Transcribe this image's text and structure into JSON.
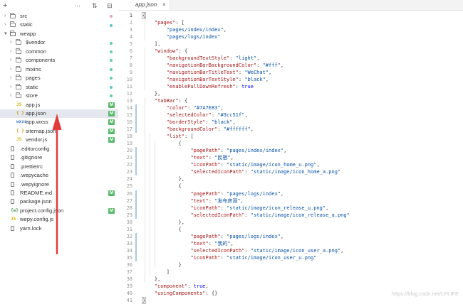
{
  "explorer": {
    "toolbar": {
      "new_label": "+",
      "more_label": "⋯",
      "sort_label": "⇅",
      "collapse_label": "⊟"
    },
    "items": [
      {
        "label": "src",
        "kind": "folder",
        "depth": 0,
        "open": false,
        "status": "dot",
        "status_color": "#e8a0c0"
      },
      {
        "label": "static",
        "kind": "folder",
        "depth": 0,
        "open": false,
        "status": "dot",
        "status_color": "#5cc7c9"
      },
      {
        "label": "weapp",
        "kind": "folder",
        "depth": 0,
        "open": true,
        "status": "none"
      },
      {
        "label": "$vendor",
        "kind": "folder",
        "depth": 1,
        "open": false,
        "status": "dot",
        "status_color": "#5ed0a0"
      },
      {
        "label": "common",
        "kind": "folder",
        "depth": 1,
        "open": false,
        "status": "dot",
        "status_color": "#5ed0a0"
      },
      {
        "label": "components",
        "kind": "folder",
        "depth": 1,
        "open": false,
        "status": "dot",
        "status_color": "#5ed0a0"
      },
      {
        "label": "mixins",
        "kind": "folder",
        "depth": 1,
        "open": false,
        "status": "dot",
        "status_color": "#5ed0a0"
      },
      {
        "label": "pages",
        "kind": "folder",
        "depth": 1,
        "open": false,
        "status": "dot",
        "status_color": "#5ed0a0"
      },
      {
        "label": "static",
        "kind": "folder",
        "depth": 1,
        "open": false,
        "status": "dot",
        "status_color": "#5cc7c9"
      },
      {
        "label": "store",
        "kind": "folder",
        "depth": 1,
        "open": false,
        "status": "dot",
        "status_color": "#5ed0a0"
      },
      {
        "label": "app.js",
        "kind": "js",
        "depth": 1,
        "status": "M"
      },
      {
        "label": "app.json",
        "kind": "json",
        "depth": 1,
        "status": "M",
        "active": true
      },
      {
        "label": "app.wxss",
        "kind": "wxss",
        "depth": 1,
        "status": "M"
      },
      {
        "label": "sitemap.json",
        "kind": "json",
        "depth": 1,
        "status": "M"
      },
      {
        "label": "vendor.js",
        "kind": "js",
        "depth": 1,
        "status": "M"
      },
      {
        "label": ".editorconfig",
        "kind": "file",
        "depth": 0,
        "status": "none"
      },
      {
        "label": ".gitignore",
        "kind": "file",
        "depth": 0,
        "status": "none"
      },
      {
        "label": ".prettierrc",
        "kind": "file",
        "depth": 0,
        "status": "none"
      },
      {
        "label": ".wepycache",
        "kind": "file",
        "depth": 0,
        "status": "none"
      },
      {
        "label": ".wepyignore",
        "kind": "file",
        "depth": 0,
        "status": "none"
      },
      {
        "label": "README.md",
        "kind": "file",
        "depth": 0,
        "status": "M"
      },
      {
        "label": "package.json",
        "kind": "file",
        "depth": 0,
        "status": "none"
      },
      {
        "label": "project.config.json",
        "kind": "projcfg",
        "depth": 0,
        "status": "M"
      },
      {
        "label": "wepy.config.js",
        "kind": "js",
        "depth": 0,
        "status": "none"
      },
      {
        "label": "yarn.lock",
        "kind": "file",
        "depth": 0,
        "status": "none"
      }
    ],
    "badge_label": "M",
    "badge_color": "#58b96a"
  },
  "editor": {
    "tab": {
      "label": "app.json",
      "close": "×"
    },
    "current_line": 1,
    "lines": [
      [
        [
          "p",
          "{"
        ]
      ],
      [
        [
          "p",
          "    "
        ],
        [
          "k",
          "\"pages\""
        ],
        [
          "p",
          ": ["
        ]
      ],
      [
        [
          "p",
          "        "
        ],
        [
          "s",
          "\"pages/index/index\""
        ],
        [
          "p",
          ","
        ]
      ],
      [
        [
          "p",
          "        "
        ],
        [
          "s",
          "\"pages/logs/index\""
        ]
      ],
      [
        [
          "p",
          "    ],"
        ]
      ],
      [
        [
          "p",
          "    "
        ],
        [
          "k",
          "\"window\""
        ],
        [
          "p",
          ": {"
        ]
      ],
      [
        [
          "p",
          "        "
        ],
        [
          "k",
          "\"backgroundTextStyle\""
        ],
        [
          "p",
          ": "
        ],
        [
          "s",
          "\"light\""
        ],
        [
          "p",
          ","
        ]
      ],
      [
        [
          "p",
          "        "
        ],
        [
          "k",
          "\"navigationBarBackgroundColor\""
        ],
        [
          "p",
          ": "
        ],
        [
          "s",
          "\"#fff\""
        ],
        [
          "p",
          ","
        ]
      ],
      [
        [
          "p",
          "        "
        ],
        [
          "k",
          "\"navigationBarTitleText\""
        ],
        [
          "p",
          ": "
        ],
        [
          "s",
          "\"WeChat\""
        ],
        [
          "p",
          ","
        ]
      ],
      [
        [
          "p",
          "        "
        ],
        [
          "k",
          "\"navigationBarTextStyle\""
        ],
        [
          "p",
          ": "
        ],
        [
          "s",
          "\"black\""
        ],
        [
          "p",
          ","
        ]
      ],
      [
        [
          "p",
          "        "
        ],
        [
          "k",
          "\"enablePullDownRefresh\""
        ],
        [
          "p",
          ": "
        ],
        [
          "b",
          "true"
        ]
      ],
      [
        [
          "p",
          "    },"
        ]
      ],
      [
        [
          "p",
          "    "
        ],
        [
          "k",
          "\"tabBar\""
        ],
        [
          "p",
          ": {"
        ]
      ],
      [
        [
          "p",
          "        "
        ],
        [
          "k",
          "\"color\""
        ],
        [
          "p",
          ": "
        ],
        [
          "s",
          "\"#7A7E83\""
        ],
        [
          "p",
          ","
        ]
      ],
      [
        [
          "p",
          "        "
        ],
        [
          "k",
          "\"selectedColor\""
        ],
        [
          "p",
          ": "
        ],
        [
          "s",
          "\"#3cc51f\""
        ],
        [
          "p",
          ","
        ]
      ],
      [
        [
          "p",
          "        "
        ],
        [
          "k",
          "\"borderStyle\""
        ],
        [
          "p",
          ": "
        ],
        [
          "s",
          "\"black\""
        ],
        [
          "p",
          ","
        ]
      ],
      [
        [
          "p",
          "        "
        ],
        [
          "k",
          "\"backgroundColor\""
        ],
        [
          "p",
          ": "
        ],
        [
          "s",
          "\"#ffffff\""
        ],
        [
          "p",
          ","
        ]
      ],
      [
        [
          "p",
          "        "
        ],
        [
          "k",
          "\"list\""
        ],
        [
          "p",
          ": ["
        ]
      ],
      [
        [
          "p",
          "            {"
        ]
      ],
      [
        [
          "p",
          "                "
        ],
        [
          "k",
          "\"pagePath\""
        ],
        [
          "p",
          ": "
        ],
        [
          "s",
          "\"pages/index/index\""
        ],
        [
          "p",
          ","
        ]
      ],
      [
        [
          "p",
          "                "
        ],
        [
          "k",
          "\"text\""
        ],
        [
          "p",
          ": "
        ],
        [
          "s",
          "\"民宿\""
        ],
        [
          "p",
          ","
        ]
      ],
      [
        [
          "p",
          "                "
        ],
        [
          "k",
          "\"iconPath\""
        ],
        [
          "p",
          ": "
        ],
        [
          "s",
          "\"static/image/icon_home_u.png\""
        ],
        [
          "p",
          ","
        ]
      ],
      [
        [
          "p",
          "                "
        ],
        [
          "k",
          "\"selectedIconPath\""
        ],
        [
          "p",
          ": "
        ],
        [
          "s",
          "\"static/image/icon_home_a.png\""
        ]
      ],
      [
        [
          "p",
          "            },"
        ]
      ],
      [
        [
          "p",
          "            {"
        ]
      ],
      [
        [
          "p",
          "                "
        ],
        [
          "k",
          "\"pagePath\""
        ],
        [
          "p",
          ": "
        ],
        [
          "s",
          "\"pages/logs/index\""
        ],
        [
          "p",
          ","
        ]
      ],
      [
        [
          "p",
          "                "
        ],
        [
          "k",
          "\"text\""
        ],
        [
          "p",
          ": "
        ],
        [
          "s",
          "\"发布房源\""
        ],
        [
          "p",
          ","
        ]
      ],
      [
        [
          "p",
          "                "
        ],
        [
          "k",
          "\"iconPath\""
        ],
        [
          "p",
          ": "
        ],
        [
          "s",
          "\"static/image/icon_release_u.png\""
        ],
        [
          "p",
          ","
        ]
      ],
      [
        [
          "p",
          "                "
        ],
        [
          "k",
          "\"selectedIconPath\""
        ],
        [
          "p",
          ": "
        ],
        [
          "s",
          "\"static/image/icon_release_a.png\""
        ]
      ],
      [
        [
          "p",
          "            },"
        ]
      ],
      [
        [
          "p",
          "            {"
        ]
      ],
      [
        [
          "p",
          "                "
        ],
        [
          "k",
          "\"pagePath\""
        ],
        [
          "p",
          ": "
        ],
        [
          "s",
          "\"pages/logs/index\""
        ],
        [
          "p",
          ","
        ]
      ],
      [
        [
          "p",
          "                "
        ],
        [
          "k",
          "\"text\""
        ],
        [
          "p",
          ": "
        ],
        [
          "s",
          "\"我的\""
        ],
        [
          "p",
          ","
        ]
      ],
      [
        [
          "p",
          "                "
        ],
        [
          "k",
          "\"selectedIconPath\""
        ],
        [
          "p",
          ": "
        ],
        [
          "s",
          "\"static/image/icon_user_a.png\""
        ],
        [
          "p",
          ","
        ]
      ],
      [
        [
          "p",
          "                "
        ],
        [
          "k",
          "\"iconPath\""
        ],
        [
          "p",
          ": "
        ],
        [
          "s",
          "\"static/image/icon_user_u.png\""
        ]
      ],
      [
        [
          "p",
          "            }"
        ]
      ],
      [
        [
          "p",
          "        ]"
        ]
      ],
      [
        [
          "p",
          "    },"
        ]
      ],
      [
        [
          "p",
          "    "
        ],
        [
          "k",
          "\"component\""
        ],
        [
          "p",
          ": "
        ],
        [
          "b",
          "true"
        ],
        [
          "p",
          ","
        ]
      ],
      [
        [
          "p",
          "    "
        ],
        [
          "k",
          "\"usingComponents\""
        ],
        [
          "p",
          ": {}"
        ]
      ],
      [
        [
          "p",
          "}"
        ]
      ]
    ],
    "modified_line_ranges": [
      [
        14,
        17
      ],
      [
        20,
        23
      ],
      [
        26,
        29
      ],
      [
        32,
        35
      ]
    ]
  },
  "watermark": "https://blog.csdn.net/LPLIFE",
  "colors": {
    "arrow": "#e23b3b",
    "key": "#a31515",
    "string": "#0451a5",
    "boolean": "#0000ff"
  }
}
